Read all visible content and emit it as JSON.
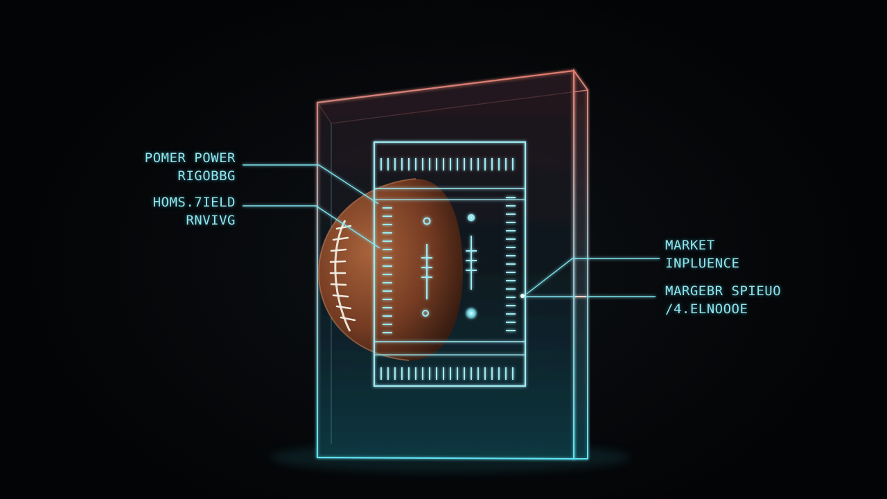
{
  "callouts": {
    "power": {
      "line1": "POMER POWER",
      "line2": "RIGOBBG"
    },
    "field": {
      "line1": "HOMS.7IELD",
      "line2": "RNVIVG"
    },
    "market": {
      "line1": "MARKET",
      "line2": "INPLUENCE"
    },
    "marger": {
      "line1": "MARGEBR SPIEUO",
      "line2": "/4.ELNOOOE"
    }
  },
  "colors": {
    "background": "#040507",
    "hologram_cyan": "#7fe3ee",
    "panel_edge_red": "#e07a6e",
    "ball_brown": "#8a4a2a"
  },
  "icons": [
    "football-icon",
    "field-diagram-icon"
  ]
}
